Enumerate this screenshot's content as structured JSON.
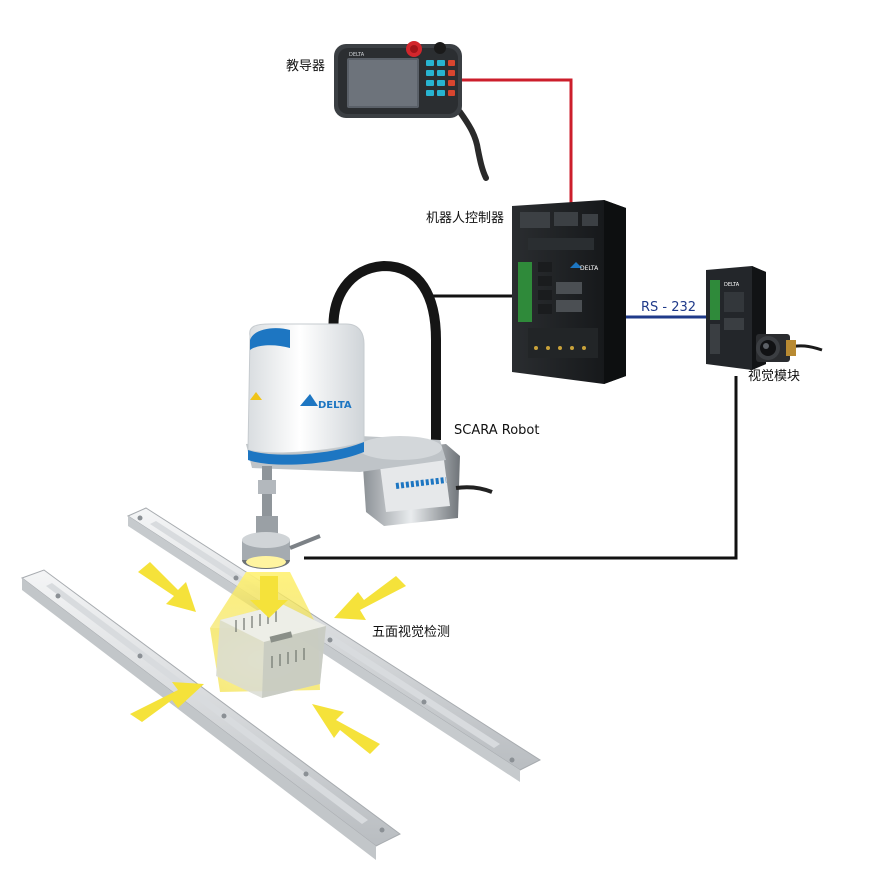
{
  "labels": {
    "teach_pendant": "教导器",
    "robot_controller": "机器人控制器",
    "vision_module": "视觉模块",
    "scara_robot": "SCARA Robot",
    "five_face_inspection": "五面视觉检测",
    "rs232": "RS - 232"
  },
  "brand": {
    "name": "DELTA"
  },
  "colors": {
    "teach_link": "#cc1e2b",
    "rs232_link": "#1f3a8a",
    "signal_link": "#111111",
    "light": "#f2df3a",
    "brand_blue": "#1d76c2"
  }
}
